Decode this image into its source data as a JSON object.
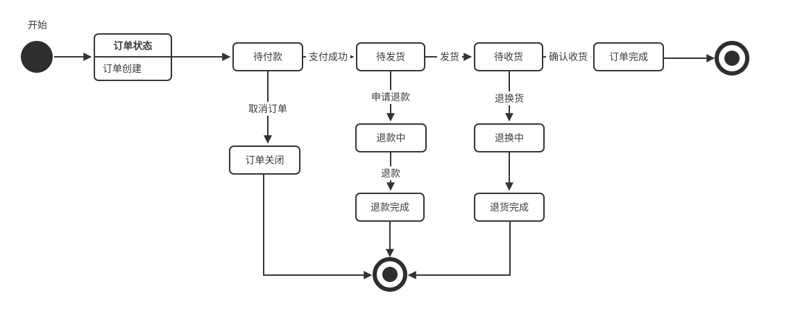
{
  "diagram": {
    "start_label": "开始",
    "compound_state": {
      "title": "订单状态",
      "substate": "订单创建"
    },
    "states": {
      "pending_payment": "待付款",
      "pending_shipment": "待发货",
      "pending_receipt": "待收货",
      "order_complete": "订单完成",
      "order_closed": "订单关闭",
      "refunding": "退款中",
      "refund_complete": "退款完成",
      "exchanging": "退换中",
      "return_complete": "退货完成"
    },
    "transitions": {
      "payment_success": "支付成功",
      "ship": "发货",
      "confirm_receipt": "确认收货",
      "cancel_order": "取消订单",
      "apply_refund": "申请退款",
      "refund": "退款",
      "return_exchange": "退换货"
    },
    "colors": {
      "stroke": "#333333",
      "shape_fill": "#2e2e2e",
      "node_fill": "#ffffff",
      "text": "#3a3a3a",
      "background": "#ffffff"
    }
  }
}
